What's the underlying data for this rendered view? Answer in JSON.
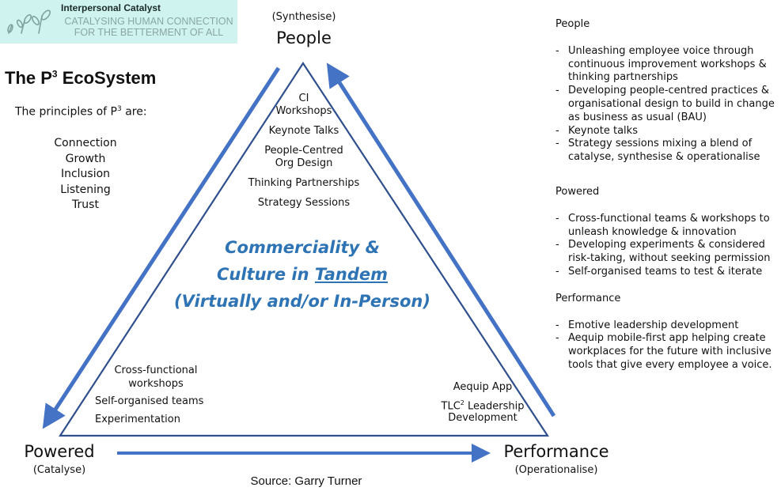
{
  "banner": {
    "brand": "Interpersonal Catalyst",
    "tagline_line1": "CATALYSING HUMAN CONNECTION",
    "tagline_line2": "FOR THE BETTERMENT OF ALL",
    "colors": {
      "background": "#cff3ee",
      "tagline": "#8aa6a4"
    }
  },
  "title": {
    "main": "The P",
    "sup": "3",
    "suffix": " EcoSystem"
  },
  "principles": {
    "lead_pre": "The principles of P",
    "lead_sup": "3",
    "lead_post": " are:",
    "items": [
      "Connection",
      "Growth",
      "Inclusion",
      "Listening",
      "Trust"
    ]
  },
  "vertices": {
    "top": {
      "label": "People",
      "sub": "(Synthesise)"
    },
    "left": {
      "label": "Powered",
      "sub": "(Catalyse)"
    },
    "right": {
      "label": "Performance",
      "sub": "(Operationalise)"
    }
  },
  "top_list": [
    "CI",
    "Workshops",
    "Keynote Talks",
    "People-Centred",
    "Org Design",
    "Thinking Partnerships",
    "Strategy Sessions"
  ],
  "center": {
    "line1": "Commerciality &",
    "line2_pre": "Culture in ",
    "line2_under": "Tandem",
    "line3": "(Virtually and/or In-Person)",
    "color": "#2e74b5"
  },
  "left_list": [
    "Cross-functional",
    "workshops",
    "Self-organised teams",
    "Experimentation"
  ],
  "right_list": {
    "item1": "Aequip App",
    "item2_pre": "TLC",
    "item2_sup": "2",
    "item2_post": " Leadership",
    "item3": "Development"
  },
  "sidebar": {
    "people": {
      "heading": "People",
      "items": [
        "Unleashing employee voice through continuous improvement workshops & thinking partnerships",
        "Developing people-centred practices & organisational design to build in change as business as usual (BAU)",
        "Keynote talks",
        "Strategy sessions mixing a blend of catalyse, synthesise & operationalise"
      ]
    },
    "powered": {
      "heading": "Powered",
      "items": [
        "Cross-functional teams & workshops to unleash knowledge & innovation",
        "Developing experiments & considered risk-taking, without seeking permission",
        "Self-organised teams to test & iterate"
      ]
    },
    "performance": {
      "heading": "Performance",
      "items": [
        "Emotive leadership development",
        "Aequip mobile-first app helping create workplaces for the future with inclusive tools that give every employee a voice."
      ]
    }
  },
  "source": "Source: Garry Turner",
  "colors": {
    "triangle": "#2f4f8f",
    "arrows": "#4472c4"
  }
}
